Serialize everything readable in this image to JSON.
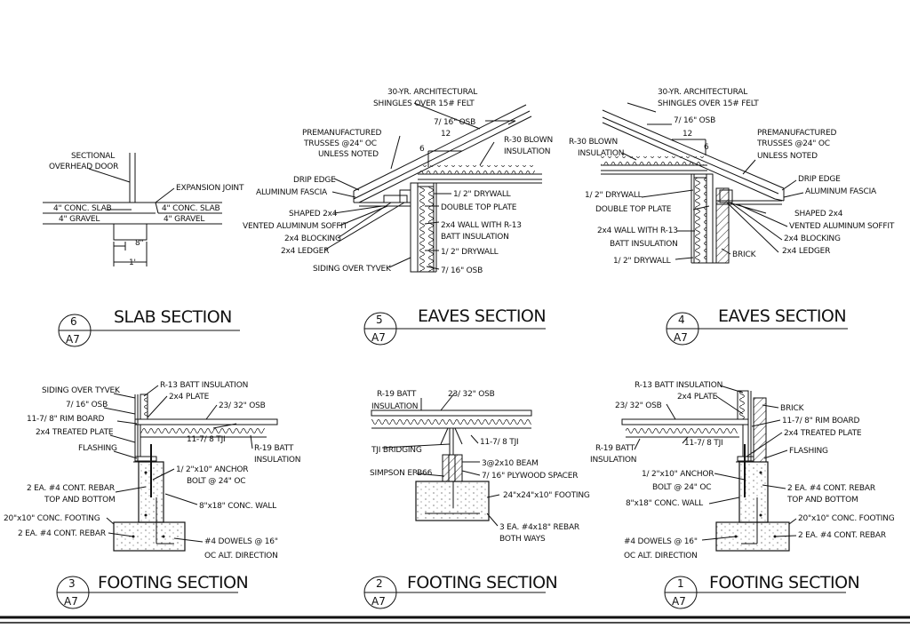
{
  "sheet": {
    "frame_color": "#111111"
  },
  "details": {
    "slab6": {
      "title": "SLAB SECTION",
      "num": "6",
      "sheet": "A7",
      "labels": {
        "door1": "SECTIONAL",
        "door2": "OVERHEAD DOOR",
        "joint": "EXPANSION JOINT",
        "slabL": "4\" CONC. SLAB",
        "slabR": "4\" CONC. SLAB",
        "gravL": "4\" GRAVEL",
        "gravR": "4\" GRAVEL",
        "dim8": "8\"",
        "dim1": "1'"
      }
    },
    "eaves5": {
      "title": "EAVES SECTION",
      "num": "5",
      "sheet": "A7",
      "labels": {
        "shingles1": "30-YR. ARCHITECTURAL",
        "shingles2": "SHINGLES OVER 15# FELT",
        "osb": "7/ 16\" OSB",
        "pitch12": "12",
        "pitch6": "6",
        "truss1": "PREMANUFACTURED",
        "truss2": "TRUSSES @24\" OC",
        "truss3": "UNLESS NOTED",
        "r30a": "R-30 BLOWN",
        "r30b": "INSULATION",
        "drip": "DRIP EDGE",
        "fascia": "ALUMINUM FASCIA",
        "drywall1": "1/ 2\" DRYWALL",
        "dtp": "DOUBLE TOP PLATE",
        "shaped": "SHAPED 2x4",
        "soffit": "VENTED ALUMINUM SOFFIT",
        "blocking": "2x4 BLOCKING",
        "ledger": "2x4 LEDGER",
        "wall1": "2x4 WALL WITH R-13",
        "wall2": "BATT INSULATION",
        "drywall2": "1/ 2\" DRYWALL",
        "siding": "SIDING OVER TYVEK",
        "osb2": "7/ 16\" OSB"
      }
    },
    "eaves4": {
      "title": "EAVES SECTION",
      "num": "4",
      "sheet": "A7",
      "labels": {
        "shingles1": "30-YR. ARCHITECTURAL",
        "shingles2": "SHINGLES OVER 15# FELT",
        "osb": "7/ 16\" OSB",
        "pitch12": "12",
        "pitch6": "6",
        "r30a": "R-30 BLOWN",
        "r30b": "INSULATION",
        "truss1": "PREMANUFACTURED",
        "truss2": "TRUSSES @24\" OC",
        "truss3": "UNLESS NOTED",
        "drip": "DRIP EDGE",
        "fascia": "ALUMINUM FASCIA",
        "drywall1": "1/ 2\" DRYWALL",
        "dtp": "DOUBLE TOP PLATE",
        "shaped": "SHAPED 2x4",
        "soffit": "VENTED ALUMINUM SOFFIT",
        "wall1": "2x4 WALL WITH R-13",
        "wall2": "BATT INSULATION",
        "blocking": "2x4 BLOCKING",
        "ledger": "2x4 LEDGER",
        "brick": "BRICK",
        "drywall2": "1/ 2\" DRYWALL"
      }
    },
    "foot3": {
      "title": "FOOTING SECTION",
      "num": "3",
      "sheet": "A7",
      "labels": {
        "siding": "SIDING OVER TYVEK",
        "osb": "7/ 16\" OSB",
        "rim": "11-7/ 8\" RIM BOARD",
        "treated": "2x4 TREATED PLATE",
        "flashing": "FLASHING",
        "r13": "R-13 BATT INSULATION",
        "plate": "2x4 PLATE",
        "osb23": "23/ 32\" OSB",
        "tji": "11-7/ 8 TJI",
        "r19a": "R-19 BATT",
        "r19b": "INSULATION",
        "anchor1": "1/ 2\"x10\" ANCHOR",
        "anchor2": "BOLT @ 24\" OC",
        "rebar1": "2 EA. #4 CONT. REBAR",
        "rebar2": "TOP AND BOTTOM",
        "wall": "8\"x18\" CONC. WALL",
        "footing": "20\"x10\" CONC. FOOTING",
        "rebar3": "2 EA. #4 CONT. REBAR",
        "dowel1": "#4 DOWELS @ 16\"",
        "dowel2": "OC ALT. DIRECTION"
      }
    },
    "foot2": {
      "title": "FOOTING SECTION",
      "num": "2",
      "sheet": "A7",
      "labels": {
        "r19a": "R-19 BATT",
        "r19b": "INSULATION",
        "osb23": "23/ 32\" OSB",
        "bridging": "TJI BRIDGING",
        "tji": "11-7/ 8 TJI",
        "simpson": "SIMPSON EPB66",
        "beam": "3@2x10 BEAM",
        "spacer": "7/ 16\" PLYWOOD SPACER",
        "footing": "24\"x24\"x10\" FOOTING",
        "rebar1": "3 EA. #4x18\" REBAR",
        "rebar2": "BOTH WAYS"
      }
    },
    "foot1": {
      "title": "FOOTING SECTION",
      "num": "1",
      "sheet": "A7",
      "labels": {
        "r13": "R-13 BATT INSULATION",
        "plate": "2x4 PLATE",
        "osb23": "23/ 32\" OSB",
        "brick": "BRICK",
        "rim": "11-7/ 8\" RIM BOARD",
        "treated": "2x4 TREATED PLATE",
        "tji": "11-7/ 8 TJI",
        "r19a": "R-19 BATT",
        "r19b": "INSULATION",
        "flashing": "FLASHING",
        "anchor1": "1/ 2\"x10\" ANCHOR",
        "anchor2": "BOLT @ 24\" OC",
        "rebar1": "2 EA. #4 CONT. REBAR",
        "rebar2": "TOP AND BOTTOM",
        "wall": "8\"x18\" CONC. WALL",
        "footing": "20\"x10\" CONC. FOOTING",
        "dowel1": "#4 DOWELS @ 16\"",
        "dowel2": "OC ALT. DIRECTION",
        "rebar3": "2 EA. #4 CONT. REBAR"
      }
    }
  }
}
